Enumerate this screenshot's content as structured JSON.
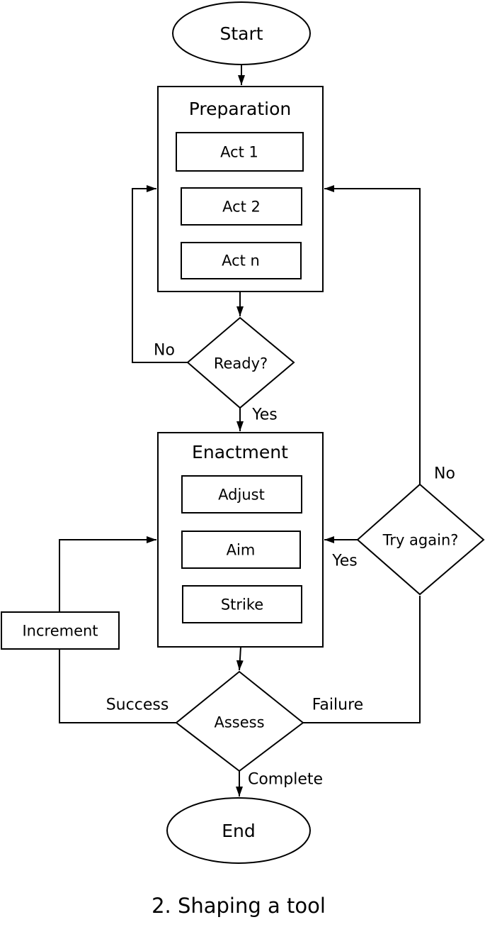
{
  "diagram": {
    "caption": "2. Shaping a tool",
    "colors": {
      "background": "#ffffff",
      "stroke": "#000000",
      "text": "#000000"
    },
    "nodes": {
      "start": {
        "label": "Start",
        "type": "terminator"
      },
      "preparation": {
        "label": "Preparation",
        "type": "process-group",
        "acts": [
          "Act 1",
          "Act 2",
          "Act n"
        ]
      },
      "ready": {
        "label": "Ready?",
        "type": "decision"
      },
      "enactment": {
        "label": "Enactment",
        "type": "process-group",
        "acts": [
          "Adjust",
          "Aim",
          "Strike"
        ]
      },
      "increment": {
        "label": "Increment",
        "type": "process"
      },
      "assess": {
        "label": "Assess",
        "type": "decision"
      },
      "try_again": {
        "label": "Try again?",
        "type": "decision"
      },
      "end": {
        "label": "End",
        "type": "terminator"
      }
    },
    "edge_labels": {
      "ready_no": "No",
      "ready_yes": "Yes",
      "try_again_no": "No",
      "try_again_yes": "Yes",
      "assess_success": "Success",
      "assess_failure": "Failure",
      "assess_complete": "Complete"
    }
  }
}
